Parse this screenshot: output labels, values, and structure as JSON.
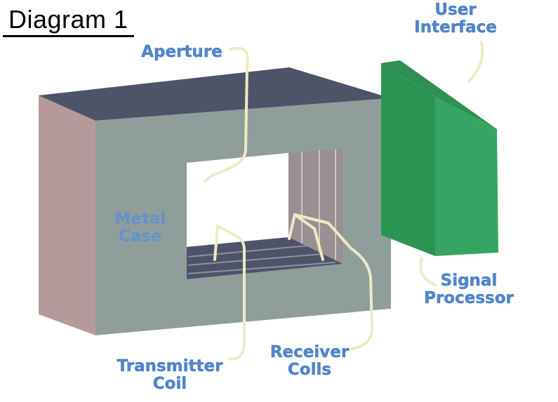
{
  "title": "Diagram 1",
  "labels": {
    "aperture": "Aperture",
    "user_interface": "User\nInterface",
    "metal_case": "Metal\nCase",
    "signal_processor": "Signal\nProcessor",
    "transmitter_coil": "Transmitter\nCoil",
    "receiver_coils": "Receiver\nColls"
  },
  "colors": {
    "label": "#4f86cf",
    "case_front": "#8f9e9b",
    "case_top": "#4d5468",
    "case_side": "#b59a9b",
    "processor": "#2e9d5c",
    "leader_line": "#eeeac6"
  }
}
